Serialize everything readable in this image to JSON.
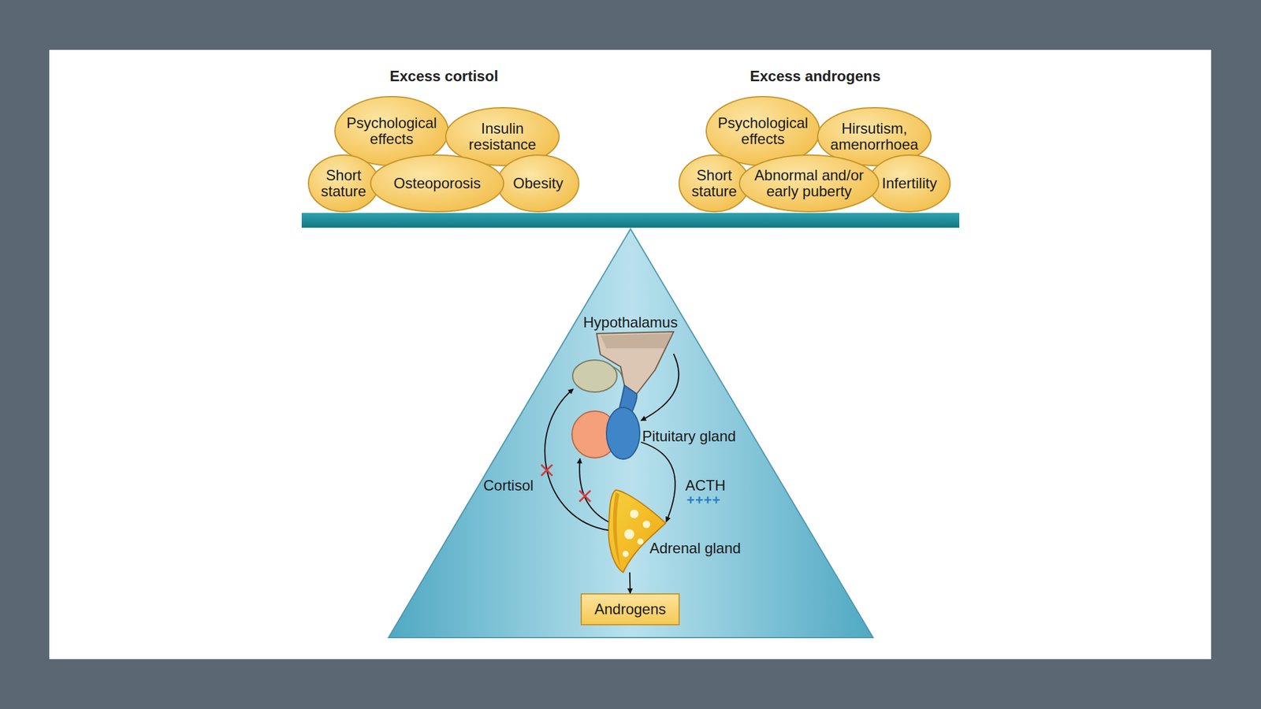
{
  "diagram": {
    "nodes": [
      {
        "text": [
          "Psychological effects"
        ]
      },
      {
        "text": [
          "Insulin resistance"
        ]
      },
      {
        "text": [
          "Short stature"
        ]
      },
      {
        "text": [
          "Osteoporosis"
        ]
      },
      {
        "text": [
          "Obesity"
        ]
      },
      {
        "text": [
          "Psychological effects"
        ]
      },
      {
        "text": [
          "Hirsutism, amenorrhoea"
        ]
      },
      {
        "text": [
          "Short stature"
        ]
      },
      {
        "text": [
          "Abnormal and/or early puberty"
        ]
      },
      {
        "text": [
          "Infertility"
        ]
      },
      {
        "text": [
          "Hypothalamus"
        ]
      },
      {
        "text": [
          "Pituitary gland"
        ]
      },
      {
        "text": [
          "Adrenal gland"
        ]
      },
      {
        "text": [
          "Androgens"
        ]
      }
    ],
    "edges": [
      {
        "from": 10,
        "to": 11,
        "arrow": "to"
      },
      {
        "from": 11,
        "to": 12,
        "label": "ACTH",
        "arrow": "to"
      },
      {
        "from": 12,
        "to": 10,
        "label": "Cortisol",
        "arrow": "to"
      },
      {
        "from": 12,
        "to": 11,
        "arrow": "to"
      },
      {
        "from": 12,
        "to": 13,
        "arrow": "to"
      }
    ],
    "labels": [
      "Excess cortisol",
      "Excess androgens",
      "++++"
    ]
  }
}
